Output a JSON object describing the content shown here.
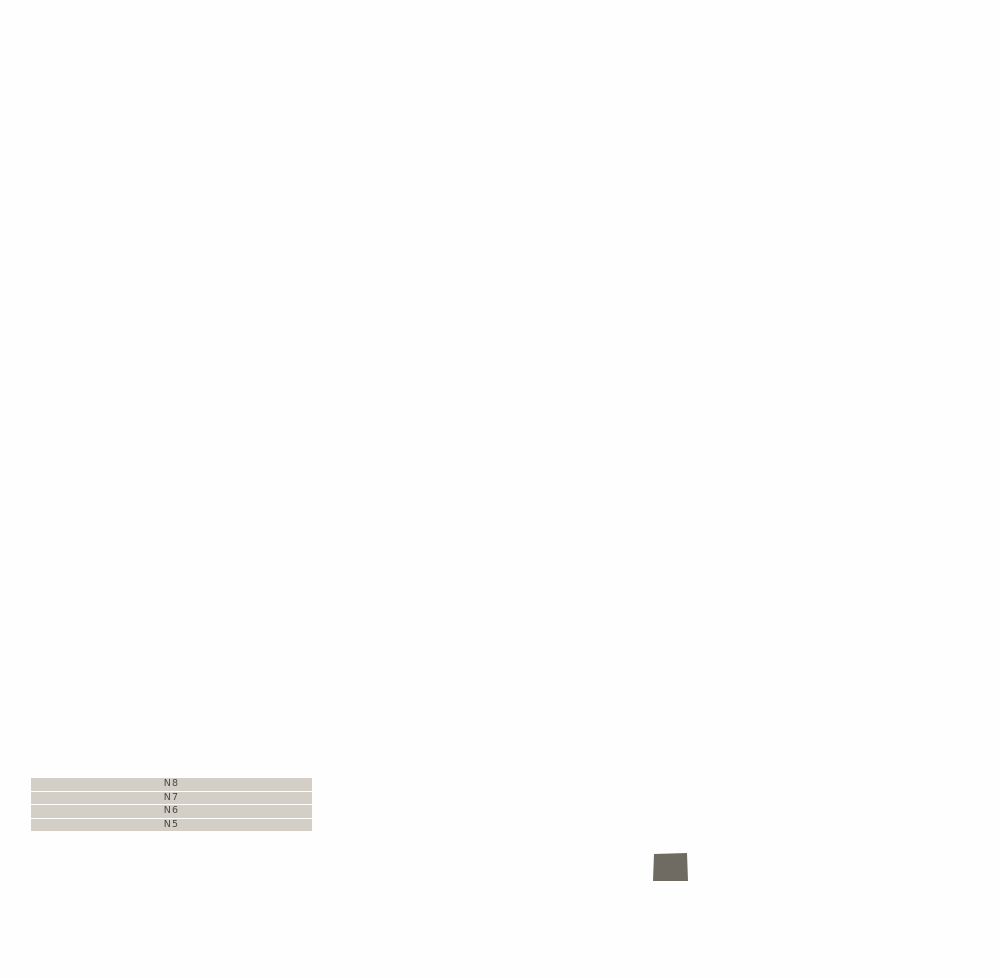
{
  "swatches": [
    {
      "label": "N8"
    },
    {
      "label": "N7"
    },
    {
      "label": "N6"
    },
    {
      "label": "N5"
    }
  ],
  "colors": {
    "background": "#fefefe",
    "swatch_fill": "#d3cfc7",
    "swatch_text": "#4a4844",
    "tile_fill": "#6f6b62"
  }
}
